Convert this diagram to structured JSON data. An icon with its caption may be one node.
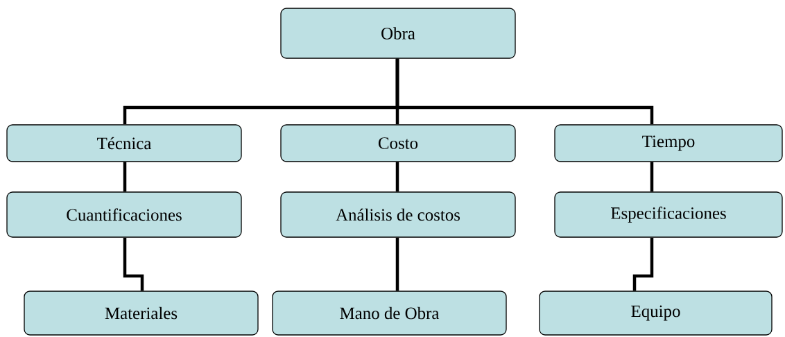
{
  "diagram": {
    "nodes": [
      {
        "text": [
          "Obra"
        ]
      },
      {
        "text": [
          "Técnica"
        ]
      },
      {
        "text": [
          "Costo"
        ]
      },
      {
        "text": [
          "Tiempo"
        ]
      },
      {
        "text": [
          "Cuantificaciones"
        ]
      },
      {
        "text": [
          "Análisis de costos"
        ]
      },
      {
        "text": [
          "Especificaciones"
        ]
      },
      {
        "text": [
          "Materiales"
        ]
      },
      {
        "text": [
          "Mano de Obra"
        ]
      },
      {
        "text": [
          "Equipo"
        ]
      }
    ],
    "edges": [
      {
        "from": 0,
        "to": 1,
        "arrow": "none"
      },
      {
        "from": 0,
        "to": 2,
        "arrow": "none"
      },
      {
        "from": 0,
        "to": 3,
        "arrow": "none"
      },
      {
        "from": 1,
        "to": 4,
        "arrow": "none"
      },
      {
        "from": 2,
        "to": 5,
        "arrow": "none"
      },
      {
        "from": 3,
        "to": 6,
        "arrow": "none"
      },
      {
        "from": 4,
        "to": 7,
        "arrow": "none"
      },
      {
        "from": 5,
        "to": 8,
        "arrow": "none"
      },
      {
        "from": 6,
        "to": 9,
        "arrow": "none"
      }
    ]
  }
}
